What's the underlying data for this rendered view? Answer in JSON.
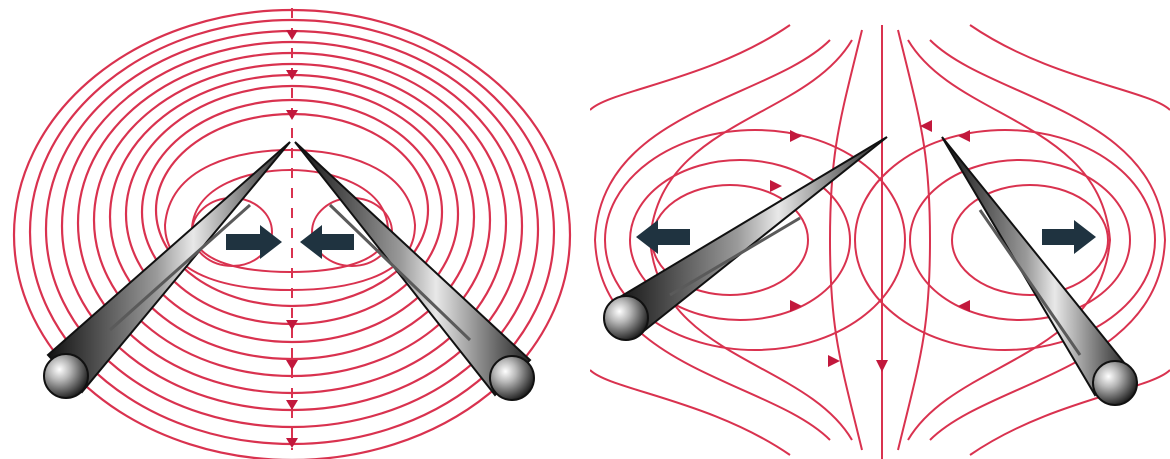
{
  "figure": {
    "panels": [
      {
        "id": "left",
        "currents": "same-direction",
        "force": "attraction",
        "arrows": [
          "right",
          "left"
        ]
      },
      {
        "id": "right",
        "currents": "opposite-direction",
        "force": "repulsion",
        "arrows": [
          "left",
          "right"
        ]
      }
    ],
    "colors": {
      "field_line": "#d9324f",
      "field_arrow": "#c2183c",
      "conductor_body": "#2b2b2b",
      "conductor_highlight": "#e8e8e8",
      "force_arrow": "#1f3340",
      "background": "#ffffff"
    },
    "icons": [
      "conductor-rod",
      "force-arrow",
      "field-line-arrowhead"
    ]
  }
}
